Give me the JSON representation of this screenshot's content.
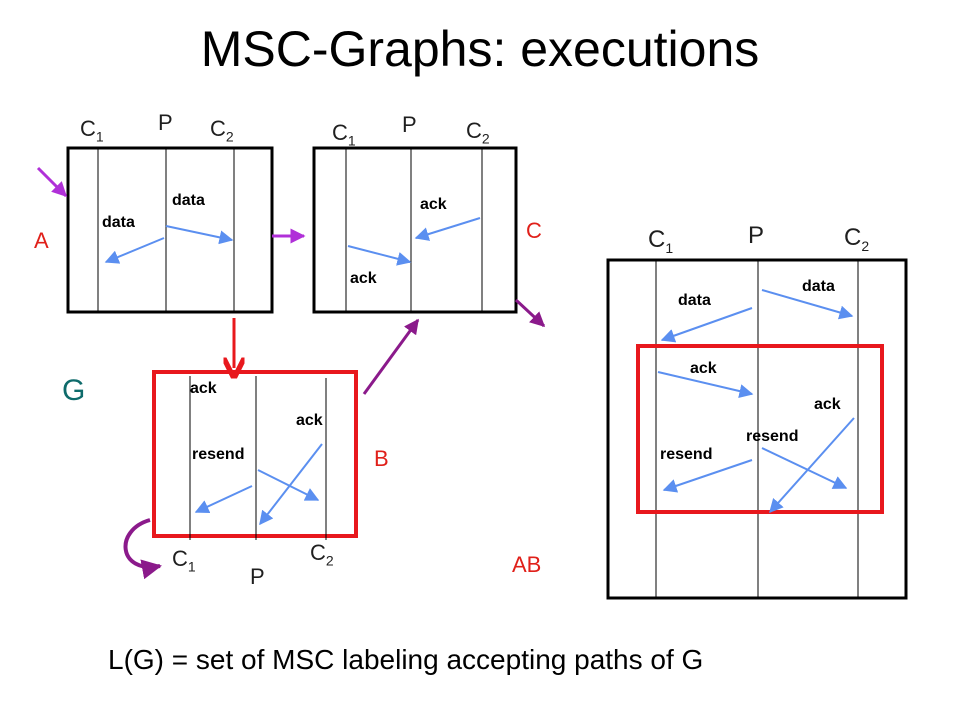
{
  "title": "MSC-Graphs: executions",
  "footer": "L(G) = set of MSC labeling accepting paths of G",
  "graph_label": "G",
  "process": {
    "c": "C",
    "p": "P",
    "sub1": "1",
    "sub2": "2"
  },
  "nodes": {
    "a": {
      "label": "A",
      "msg_left": "data",
      "msg_right": "data"
    },
    "c": {
      "label": "C",
      "msg_left": "ack",
      "msg_right": "ack"
    },
    "b": {
      "label": "B",
      "msg_ack1": "ack",
      "msg_ack2": "ack",
      "msg_resend": "resend"
    }
  },
  "ab": {
    "label": "AB",
    "msg_data1": "data",
    "msg_data2": "data",
    "msg_ack1": "ack",
    "msg_ack2": "ack",
    "msg_resend1": "resend",
    "msg_resend2": "resend"
  },
  "colors": {
    "arrow_blue": "#5b8ff0",
    "node_red": "#e8181d",
    "edge_purple": "#8b1a8b",
    "edge_violet": "#b030d8",
    "edge_red": "#e8181d"
  }
}
